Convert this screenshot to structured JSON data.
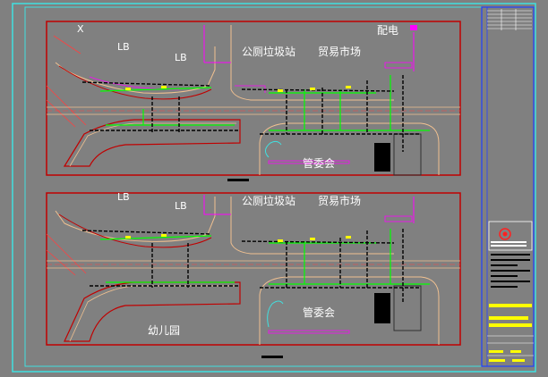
{
  "colors": {
    "background": "#808080",
    "outer_frame": "#40e0e0",
    "panel_border": "#c00000",
    "road_line": "#f0c090",
    "pipe_green": "#00ff00",
    "pipe_black": "#000000",
    "magenta": "#ff00ff",
    "yellow_bar": "#ffff00",
    "blue_frame": "#2040ff",
    "red_line": "#ff4040"
  },
  "top_panel": {
    "x_mark": "X",
    "lb_1": "LB",
    "lb_2": "LB",
    "toilet_station": "公厕垃圾站",
    "trade_market": "贸易市场",
    "power_distribution": "配电",
    "management_committee": "管委会"
  },
  "bottom_panel": {
    "lb_1": "LB",
    "lb_2": "LB",
    "toilet_station": "公厕垃圾站",
    "trade_market": "贸易市场",
    "management_committee": "管委会",
    "kindergarten": "幼儿园"
  },
  "title_block": {
    "logo_icon": "company-logo-icon"
  }
}
